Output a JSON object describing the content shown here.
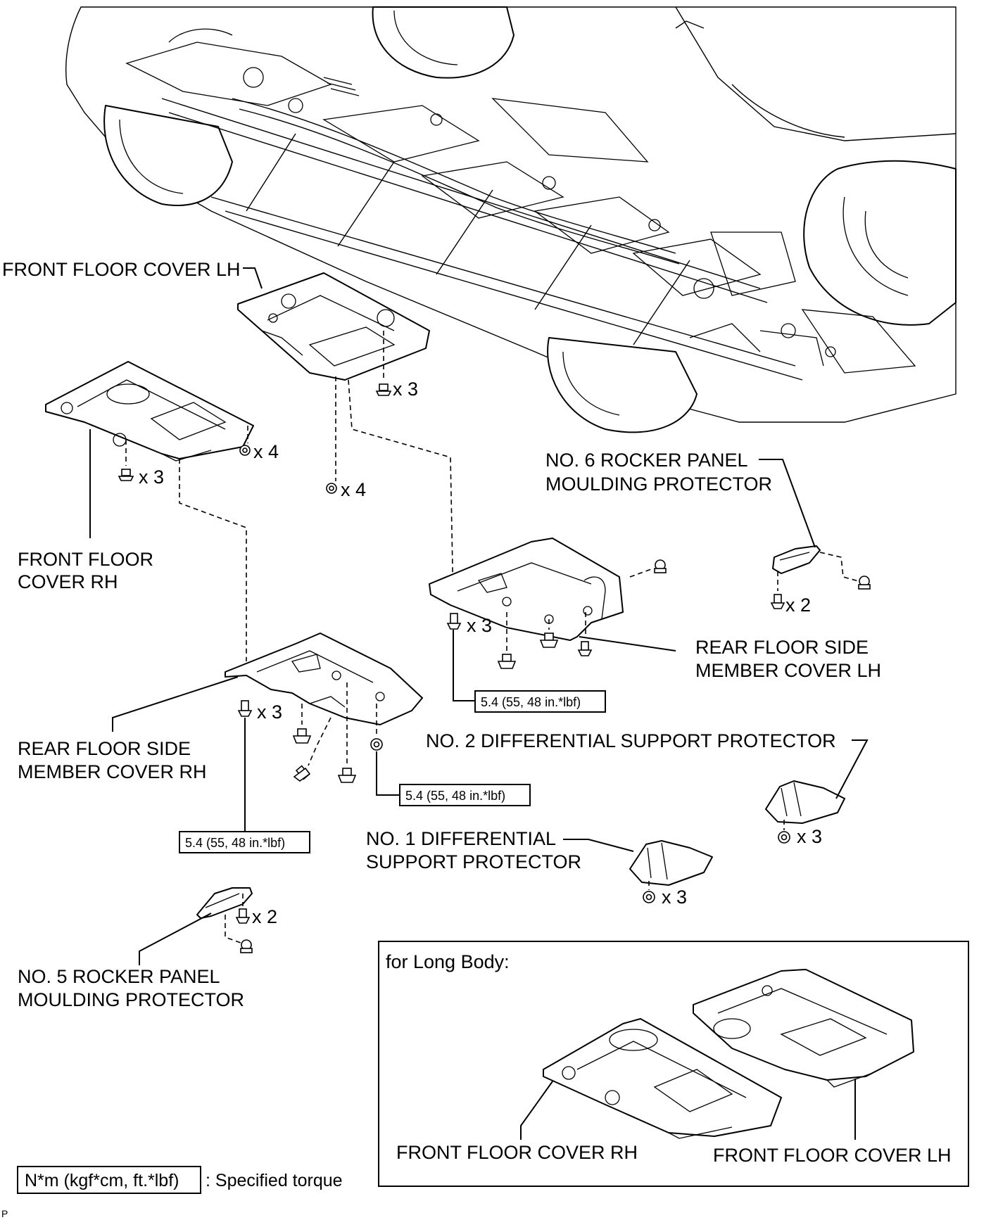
{
  "labels": {
    "front_floor_cover_lh": "FRONT FLOOR COVER LH",
    "front_floor_cover_rh_line1": "FRONT FLOOR",
    "front_floor_cover_rh_line2": "COVER RH",
    "no6_rocker_line1": "NO. 6 ROCKER PANEL",
    "no6_rocker_line2": "MOULDING PROTECTOR",
    "rear_floor_side_lh_line1": "REAR FLOOR SIDE",
    "rear_floor_side_lh_line2": "MEMBER COVER LH",
    "rear_floor_side_rh_line1": "REAR FLOOR SIDE",
    "rear_floor_side_rh_line2": "MEMBER COVER RH",
    "no2_diff": "NO. 2 DIFFERENTIAL SUPPORT PROTECTOR",
    "no1_diff_line1": "NO. 1 DIFFERENTIAL",
    "no1_diff_line2": "SUPPORT PROTECTOR",
    "no5_rocker_line1": "NO. 5 ROCKER PANEL",
    "no5_rocker_line2": "MOULDING PROTECTOR"
  },
  "quantities": {
    "flh_clips": "x 3",
    "flh_bolts": "x 4",
    "frh_clips": "x 3",
    "frh_bolts": "x 4",
    "rlh_bolts": "x 3",
    "rrh_bolts": "x 3",
    "no6_bolts": "x 2",
    "no5_bolts": "x 2",
    "no2_bolts": "x 3",
    "no1_bolts": "x 3"
  },
  "torques": {
    "rear_lh": "5.4 (55, 48 in.*lbf)",
    "rear_rh_nut": "5.4 (55, 48 in.*lbf)",
    "rear_rh_bolt": "5.4 (55, 48 in.*lbf)"
  },
  "inset": {
    "title": "for Long Body:",
    "rh_label": "FRONT FLOOR COVER RH",
    "lh_label": "FRONT FLOOR COVER LH"
  },
  "legend": {
    "unit": "N*m (kgf*cm, ft.*lbf)",
    "description": ": Specified torque"
  },
  "footer": {
    "mark": "P"
  }
}
